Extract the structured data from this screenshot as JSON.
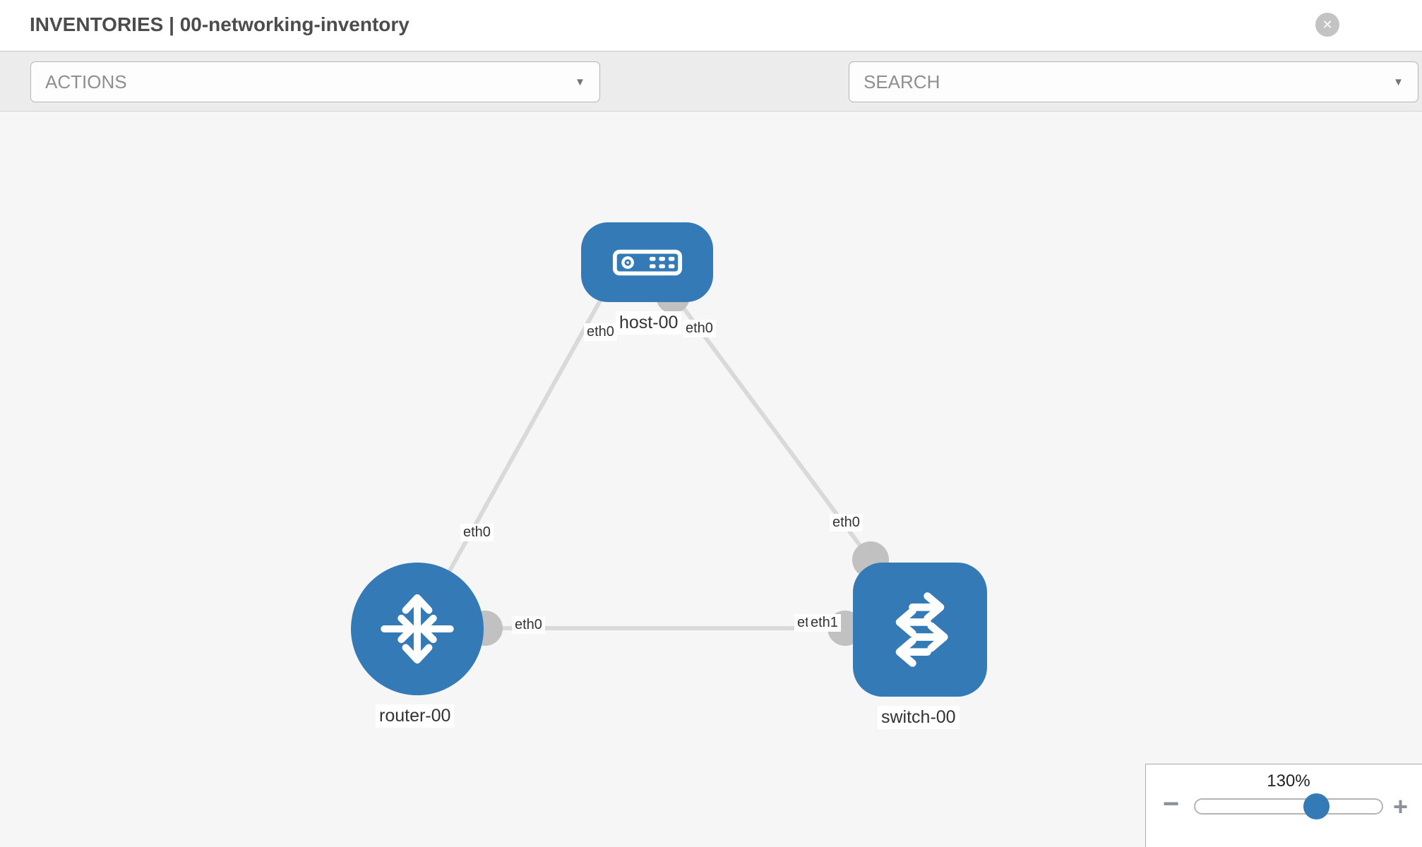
{
  "header": {
    "title": "INVENTORIES | 00-networking-inventory"
  },
  "toolbar": {
    "actions_label": "ACTIONS",
    "search_label": "SEARCH",
    "icons": [
      "wrench-icon",
      "key-icon"
    ]
  },
  "topology": {
    "nodes": [
      {
        "id": "host-00",
        "type": "host",
        "label": "host-00"
      },
      {
        "id": "router-00",
        "type": "router",
        "label": "router-00"
      },
      {
        "id": "switch-00",
        "type": "switch",
        "label": "switch-00"
      }
    ],
    "links": [
      {
        "source": "host-00",
        "target": "router-00",
        "source_interface": "eth0",
        "target_interface": "eth0"
      },
      {
        "source": "host-00",
        "target": "switch-00",
        "source_interface": "eth0",
        "target_interface": "eth0"
      },
      {
        "source": "router-00",
        "target": "switch-00",
        "source_interface": "eth0",
        "target_interface": "eth1"
      }
    ],
    "overlapped_interface_label": "eth0"
  },
  "zoom": {
    "level": "130%",
    "minus": "−",
    "plus": "+"
  },
  "colors": {
    "node_blue": "#337ab7",
    "link_gray": "#d9d9d9",
    "endpoint_gray": "#c1c1c1",
    "canvas_bg": "#f6f6f6",
    "toolbar_bg": "#ececec"
  }
}
